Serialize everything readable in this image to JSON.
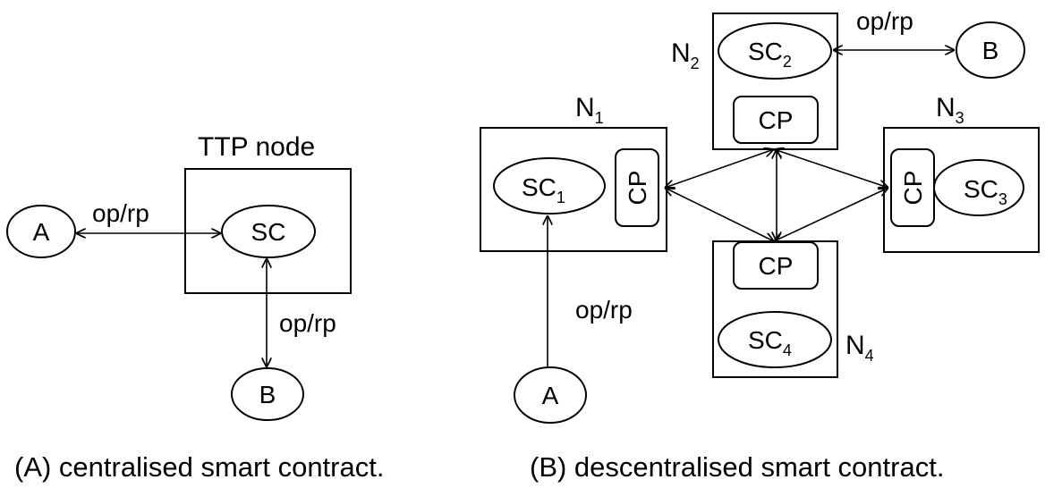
{
  "left": {
    "box_title": "TTP node",
    "node_a": "A",
    "node_b": "B",
    "sc": "SC",
    "edge_a": "op/rp",
    "edge_b": "op/rp",
    "caption": "(A) centralised smart contract."
  },
  "right": {
    "n1": {
      "label": "N",
      "sub": "1",
      "sc": "SC",
      "sc_sub": "1",
      "cp": "CP"
    },
    "n2": {
      "label": "N",
      "sub": "2",
      "sc": "SC",
      "sc_sub": "2",
      "cp": "CP"
    },
    "n3": {
      "label": "N",
      "sub": "3",
      "sc": "SC",
      "sc_sub": "3",
      "cp": "CP"
    },
    "n4": {
      "label": "N",
      "sub": "4",
      "sc": "SC",
      "sc_sub": "4",
      "cp": "CP"
    },
    "node_a": "A",
    "node_b": "B",
    "edge_a": "op/rp",
    "edge_b": "op/rp",
    "caption": "(B) descentralised smart contract."
  },
  "colors": {
    "stroke": "#000000",
    "background": "#ffffff"
  }
}
